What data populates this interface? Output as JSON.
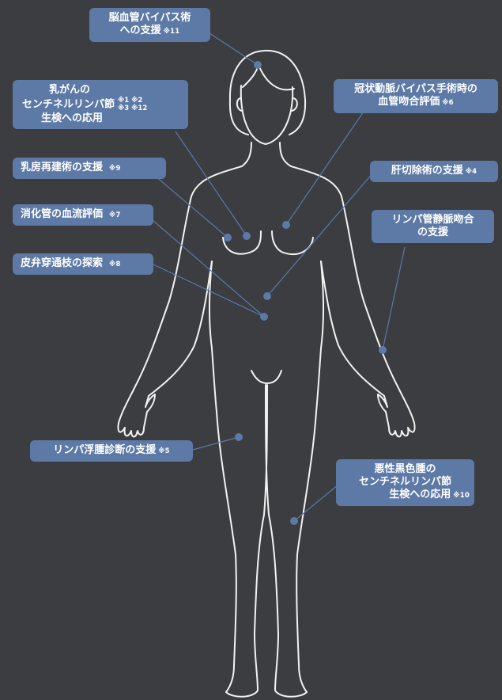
{
  "accent": "#5d79a6",
  "background": "#3b3d40",
  "labels": {
    "brain": {
      "lines": [
        "脳血管バイパス術",
        "への支援"
      ],
      "note": "※11"
    },
    "breast_cancer": {
      "lines": [
        "乳がんの",
        "センチネルリンパ節",
        "生検への応用"
      ],
      "notes": [
        "※1 ※2",
        "※3 ※12"
      ]
    },
    "coronary": {
      "lines": [
        "冠状動脈バイパス手術時の",
        "血管吻合評価"
      ],
      "note": "※6"
    },
    "breast_recon": {
      "lines": [
        "乳房再建術の支援"
      ],
      "note": "※9"
    },
    "liver": {
      "lines": [
        "肝切除術の支援"
      ],
      "note": "※4"
    },
    "digestive": {
      "lines": [
        "消化管の血流評価"
      ],
      "note": "※7"
    },
    "lymph_venous": {
      "lines": [
        "リンパ管静脈吻合",
        "の支援"
      ]
    },
    "perforator": {
      "lines": [
        "皮弁穿通枝の探索"
      ],
      "note": "※8"
    },
    "lymphedema": {
      "lines": [
        "リンパ浮腫診断の支援"
      ],
      "note": "※5"
    },
    "melanoma": {
      "lines": [
        "悪性黒色腫の",
        "センチネルリンパ節",
        "生検への応用"
      ],
      "note": "※10"
    }
  }
}
